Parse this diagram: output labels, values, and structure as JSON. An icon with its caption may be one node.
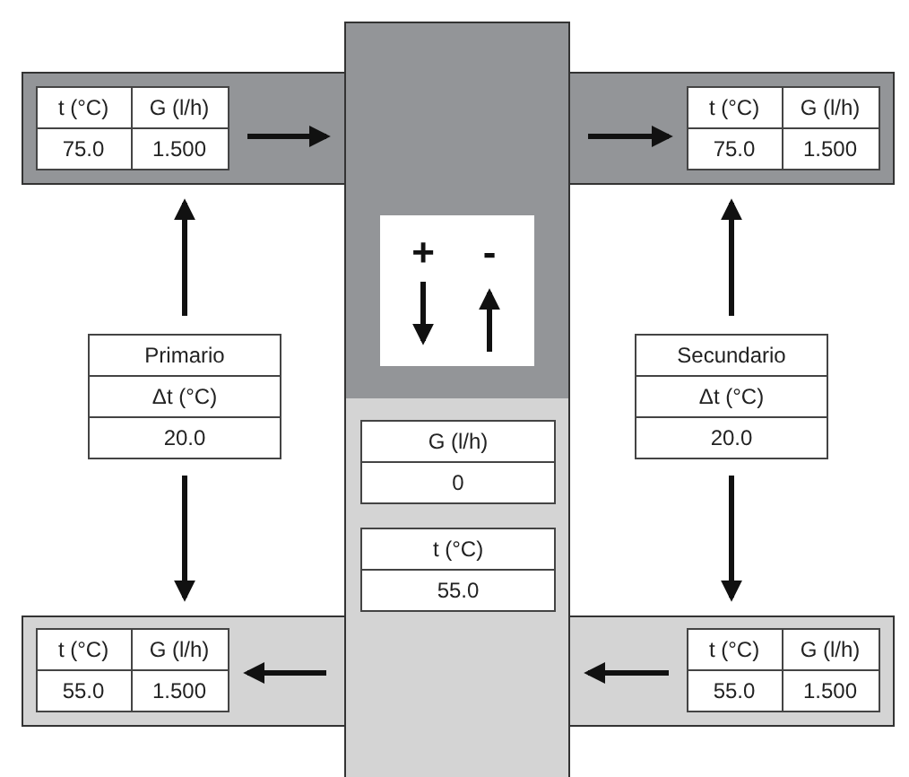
{
  "diagram": {
    "nodes": [
      {
        "text": [],
        "shape": "bar"
      },
      {
        "text": [
          "t (°C)",
          "G (l/h)",
          "75.0",
          "1.500"
        ],
        "in": 0
      },
      {
        "text": [
          "t (°C)",
          "G (l/h)",
          "75.0",
          "1.500"
        ],
        "in": 0
      },
      {
        "text": [
          "Primario",
          "Δt (°C)",
          "20.0"
        ]
      },
      {
        "text": [
          "Secundario",
          "Δt (°C)",
          "20.0"
        ]
      },
      {
        "text": [
          "G (l/h)",
          "0"
        ]
      },
      {
        "text": [
          "t (°C)",
          "55.0"
        ]
      },
      {
        "text": [],
        "shape": "bar"
      },
      {
        "text": [
          "t (°C)",
          "G (l/h)",
          "55.0",
          "1.500"
        ],
        "in": 7
      },
      {
        "text": [
          "t (°C)",
          "G (l/h)",
          "55.0",
          "1.500"
        ],
        "in": 7
      }
    ],
    "edges": [
      {
        "from": 1,
        "to": null,
        "arrow": "to"
      },
      {
        "from": null,
        "to": 2,
        "arrow": "to"
      },
      {
        "from": 3,
        "to": 0,
        "arrow": "to"
      },
      {
        "from": 4,
        "to": 0,
        "arrow": "to"
      },
      {
        "from": 3,
        "to": 7,
        "arrow": "to"
      },
      {
        "from": 4,
        "to": 7,
        "arrow": "to"
      },
      {
        "from": null,
        "to": 8,
        "arrow": "to"
      },
      {
        "from": 9,
        "to": null,
        "arrow": "to"
      }
    ],
    "labels": [
      "+",
      "-"
    ]
  }
}
